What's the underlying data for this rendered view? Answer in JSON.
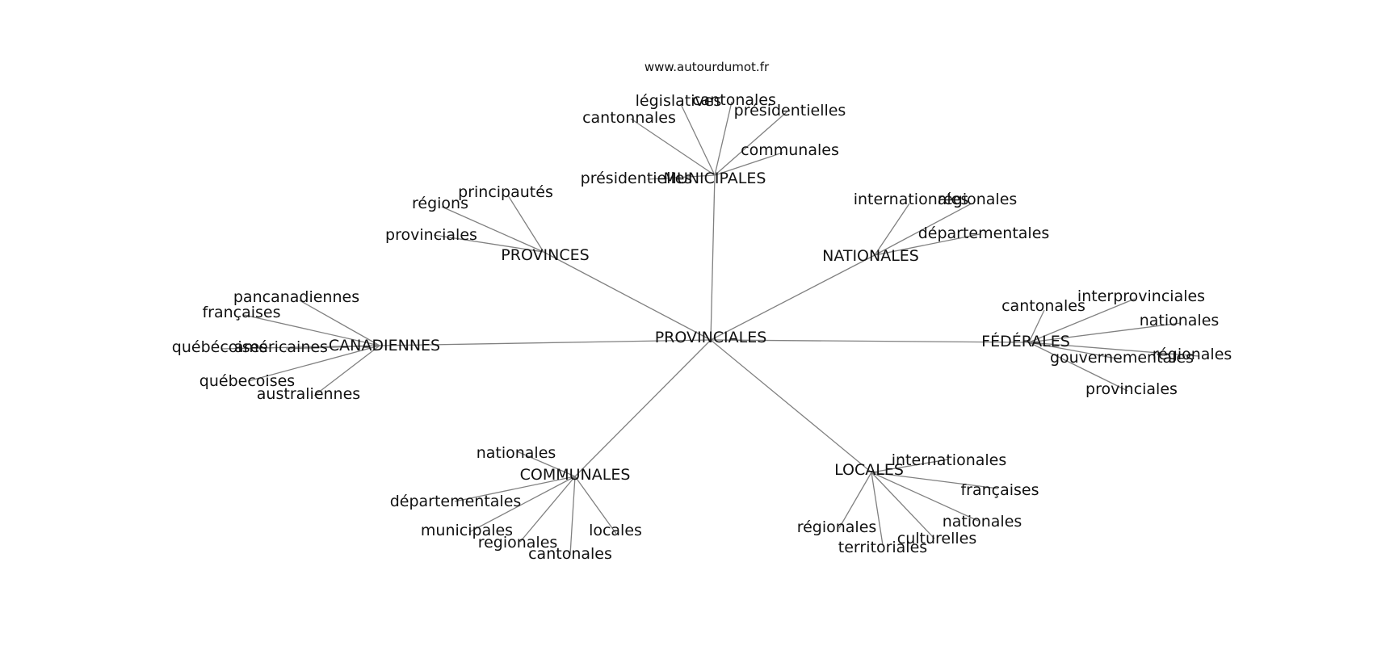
{
  "source": "www.autourdumot.fr",
  "graph": {
    "center": "PROVINCIALES",
    "hubs": [
      {
        "key": "municipales",
        "label": "MUNICIPALES",
        "leaves": [
          "législatives",
          "cantonales",
          "présidentielles",
          "cantonnales",
          "communales",
          "présidentielles"
        ]
      },
      {
        "key": "provinces",
        "label": "PROVINCES",
        "leaves": [
          "principautés",
          "régions",
          "provinciales"
        ]
      },
      {
        "key": "nationales",
        "label": "NATIONALES",
        "leaves": [
          "internationales",
          "régionales",
          "départementales"
        ]
      },
      {
        "key": "canadiennes",
        "label": "CANADIENNES",
        "leaves": [
          "pancanadiennes",
          "françaises",
          "québécoises",
          "américaines",
          "québecoises",
          "australiennes"
        ]
      },
      {
        "key": "federales",
        "label": "FÉDÉRALES",
        "leaves": [
          "cantonales",
          "interprovinciales",
          "nationales",
          "régionales",
          "gouvernementales",
          "provinciales"
        ]
      },
      {
        "key": "communales",
        "label": "COMMUNALES",
        "leaves": [
          "nationales",
          "départementales",
          "municipales",
          "regionales",
          "cantonales",
          "locales"
        ]
      },
      {
        "key": "locales",
        "label": "LOCALES",
        "leaves": [
          "internationales",
          "françaises",
          "nationales",
          "culturelles",
          "territoriales",
          "régionales"
        ]
      }
    ]
  }
}
